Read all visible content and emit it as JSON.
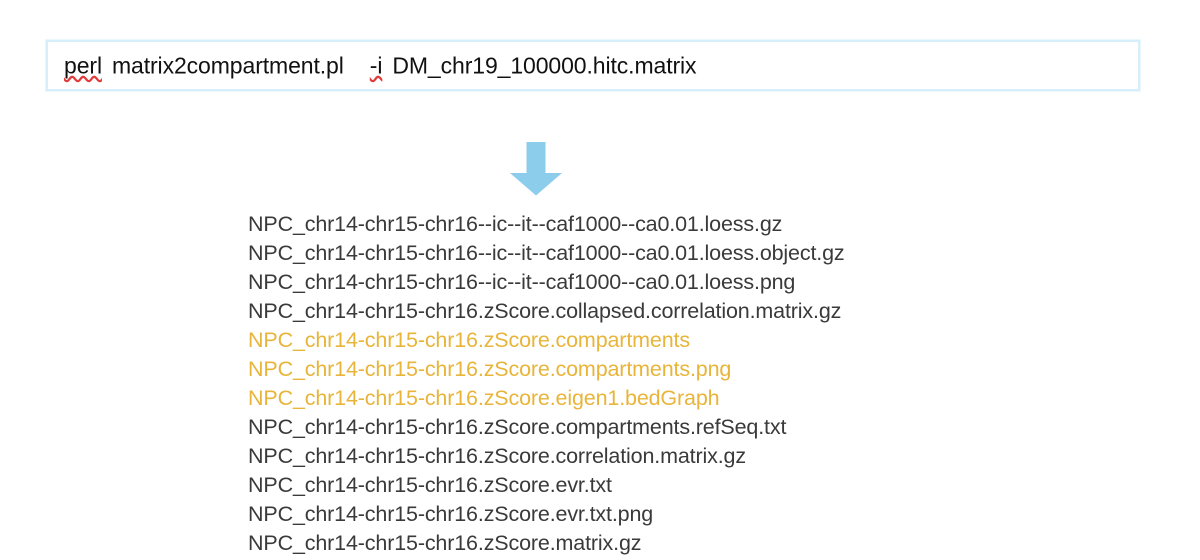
{
  "command": {
    "program": "perl",
    "script": "matrix2compartment.pl",
    "flag": "-i",
    "argument": "DM_chr19_100000.hitc.matrix",
    "full_text": "perl  matrix2compartment.pl   -i DM_chr19_100000.hitc.matrix",
    "misspelled_tokens": [
      "perl",
      "-i"
    ],
    "border_color": "#d7eefb",
    "text_color": "#111111",
    "spellcheck_underline_color": "#e23b3b"
  },
  "arrow": {
    "icon": "arrow-down-icon",
    "direction": "down",
    "color": "#8ccdeb"
  },
  "output": {
    "highlight_color": "#e8b53a",
    "text_color": "#3a3a3a",
    "files": [
      {
        "name": "NPC_chr14-chr15-chr16--ic--it--caf1000--ca0.01.loess.gz",
        "highlighted": false
      },
      {
        "name": "NPC_chr14-chr15-chr16--ic--it--caf1000--ca0.01.loess.object.gz",
        "highlighted": false
      },
      {
        "name": "NPC_chr14-chr15-chr16--ic--it--caf1000--ca0.01.loess.png",
        "highlighted": false
      },
      {
        "name": "NPC_chr14-chr15-chr16.zScore.collapsed.correlation.matrix.gz",
        "highlighted": false
      },
      {
        "name": "NPC_chr14-chr15-chr16.zScore.compartments",
        "highlighted": true
      },
      {
        "name": "NPC_chr14-chr15-chr16.zScore.compartments.png",
        "highlighted": true
      },
      {
        "name": "NPC_chr14-chr15-chr16.zScore.eigen1.bedGraph",
        "highlighted": true
      },
      {
        "name": "NPC_chr14-chr15-chr16.zScore.compartments.refSeq.txt",
        "highlighted": false
      },
      {
        "name": "NPC_chr14-chr15-chr16.zScore.correlation.matrix.gz",
        "highlighted": false
      },
      {
        "name": "NPC_chr14-chr15-chr16.zScore.evr.txt",
        "highlighted": false
      },
      {
        "name": "NPC_chr14-chr15-chr16.zScore.evr.txt.png",
        "highlighted": false
      },
      {
        "name": "NPC_chr14-chr15-chr16.zScore.matrix.gz",
        "highlighted": false
      }
    ]
  }
}
